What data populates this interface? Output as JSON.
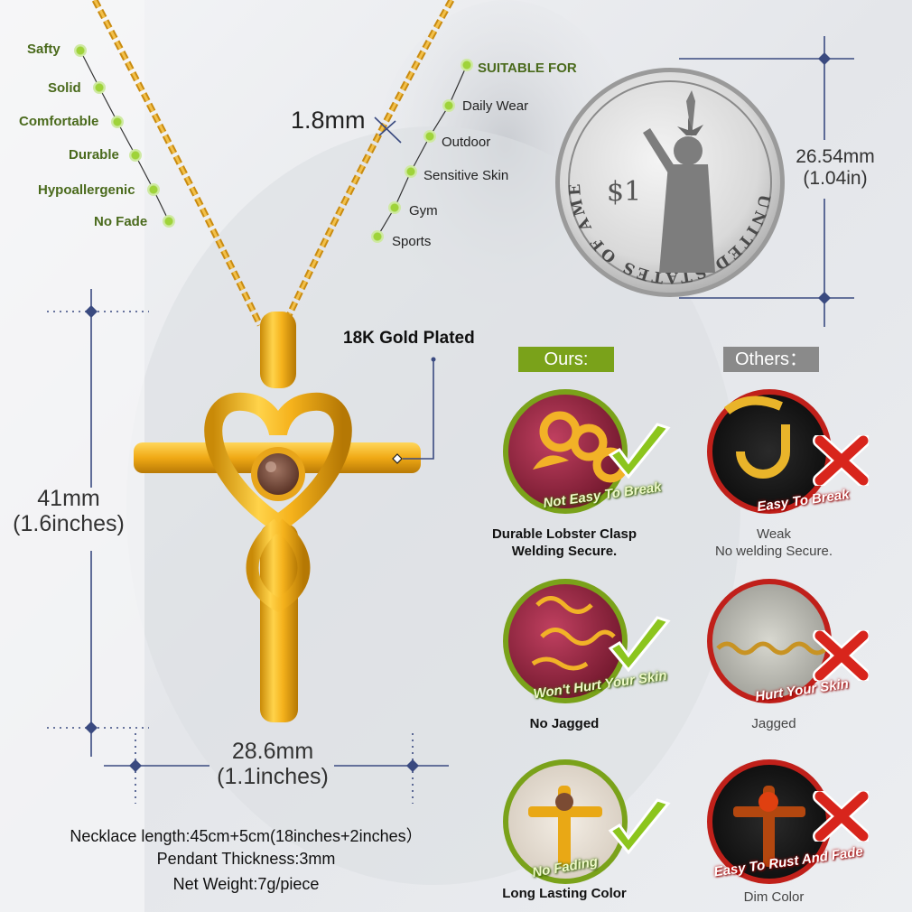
{
  "features": [
    "Safty",
    "Solid",
    "Comfortable",
    "Durable",
    "Hypoallergenic",
    "No Fade"
  ],
  "suitable": {
    "title": "SUITABLE FOR",
    "items": [
      "Daily Wear",
      "Outdoor",
      "Sensitive Skin",
      "Gym",
      "Sports"
    ]
  },
  "chain_thickness": "1.8mm",
  "coin": {
    "ring_text": "UNITED STATES OF AMERICA",
    "value": "$1",
    "size_mm": "26.54mm",
    "size_in": "(1.04in)"
  },
  "material_label": "18K Gold Plated",
  "pendant": {
    "height_mm": "41mm",
    "height_in": "(1.6inches)",
    "width_mm": "28.6mm",
    "width_in": "(1.1inches)"
  },
  "specs": {
    "length": "Necklace length:45cm+5cm(18inches+2inches）",
    "thickness": "Pendant Thickness:3mm",
    "weight": "Net Weight:7g/piece"
  },
  "comparison": {
    "ours_label": "Ours:",
    "others_label": "Others：",
    "rows": [
      {
        "ours_ribbon": "Not Easy To Break",
        "ours_caption_1": "Durable Lobster Clasp",
        "ours_caption_2": "Welding Secure.",
        "others_ribbon": "Easy To Break",
        "others_caption_1": "Weak",
        "others_caption_2": "No welding Secure."
      },
      {
        "ours_ribbon": "Won't Hurt Your Skin",
        "ours_caption_1": "No Jagged",
        "others_ribbon": "Hurt Your Skin",
        "others_caption_1": "Jagged"
      },
      {
        "ours_ribbon": "No Fading",
        "ours_caption_1": "Long Lasting Color",
        "others_ribbon": "Easy To Rust And Fade",
        "others_caption_1": "Dim Color"
      }
    ]
  },
  "colors": {
    "accent_green": "#7aa21a",
    "others_gray": "#8a8a8a",
    "ours_ring": "#7aa21a",
    "others_ring": "#c0201a",
    "gold": "#e7a514",
    "dim_line": "#3a4a80"
  }
}
